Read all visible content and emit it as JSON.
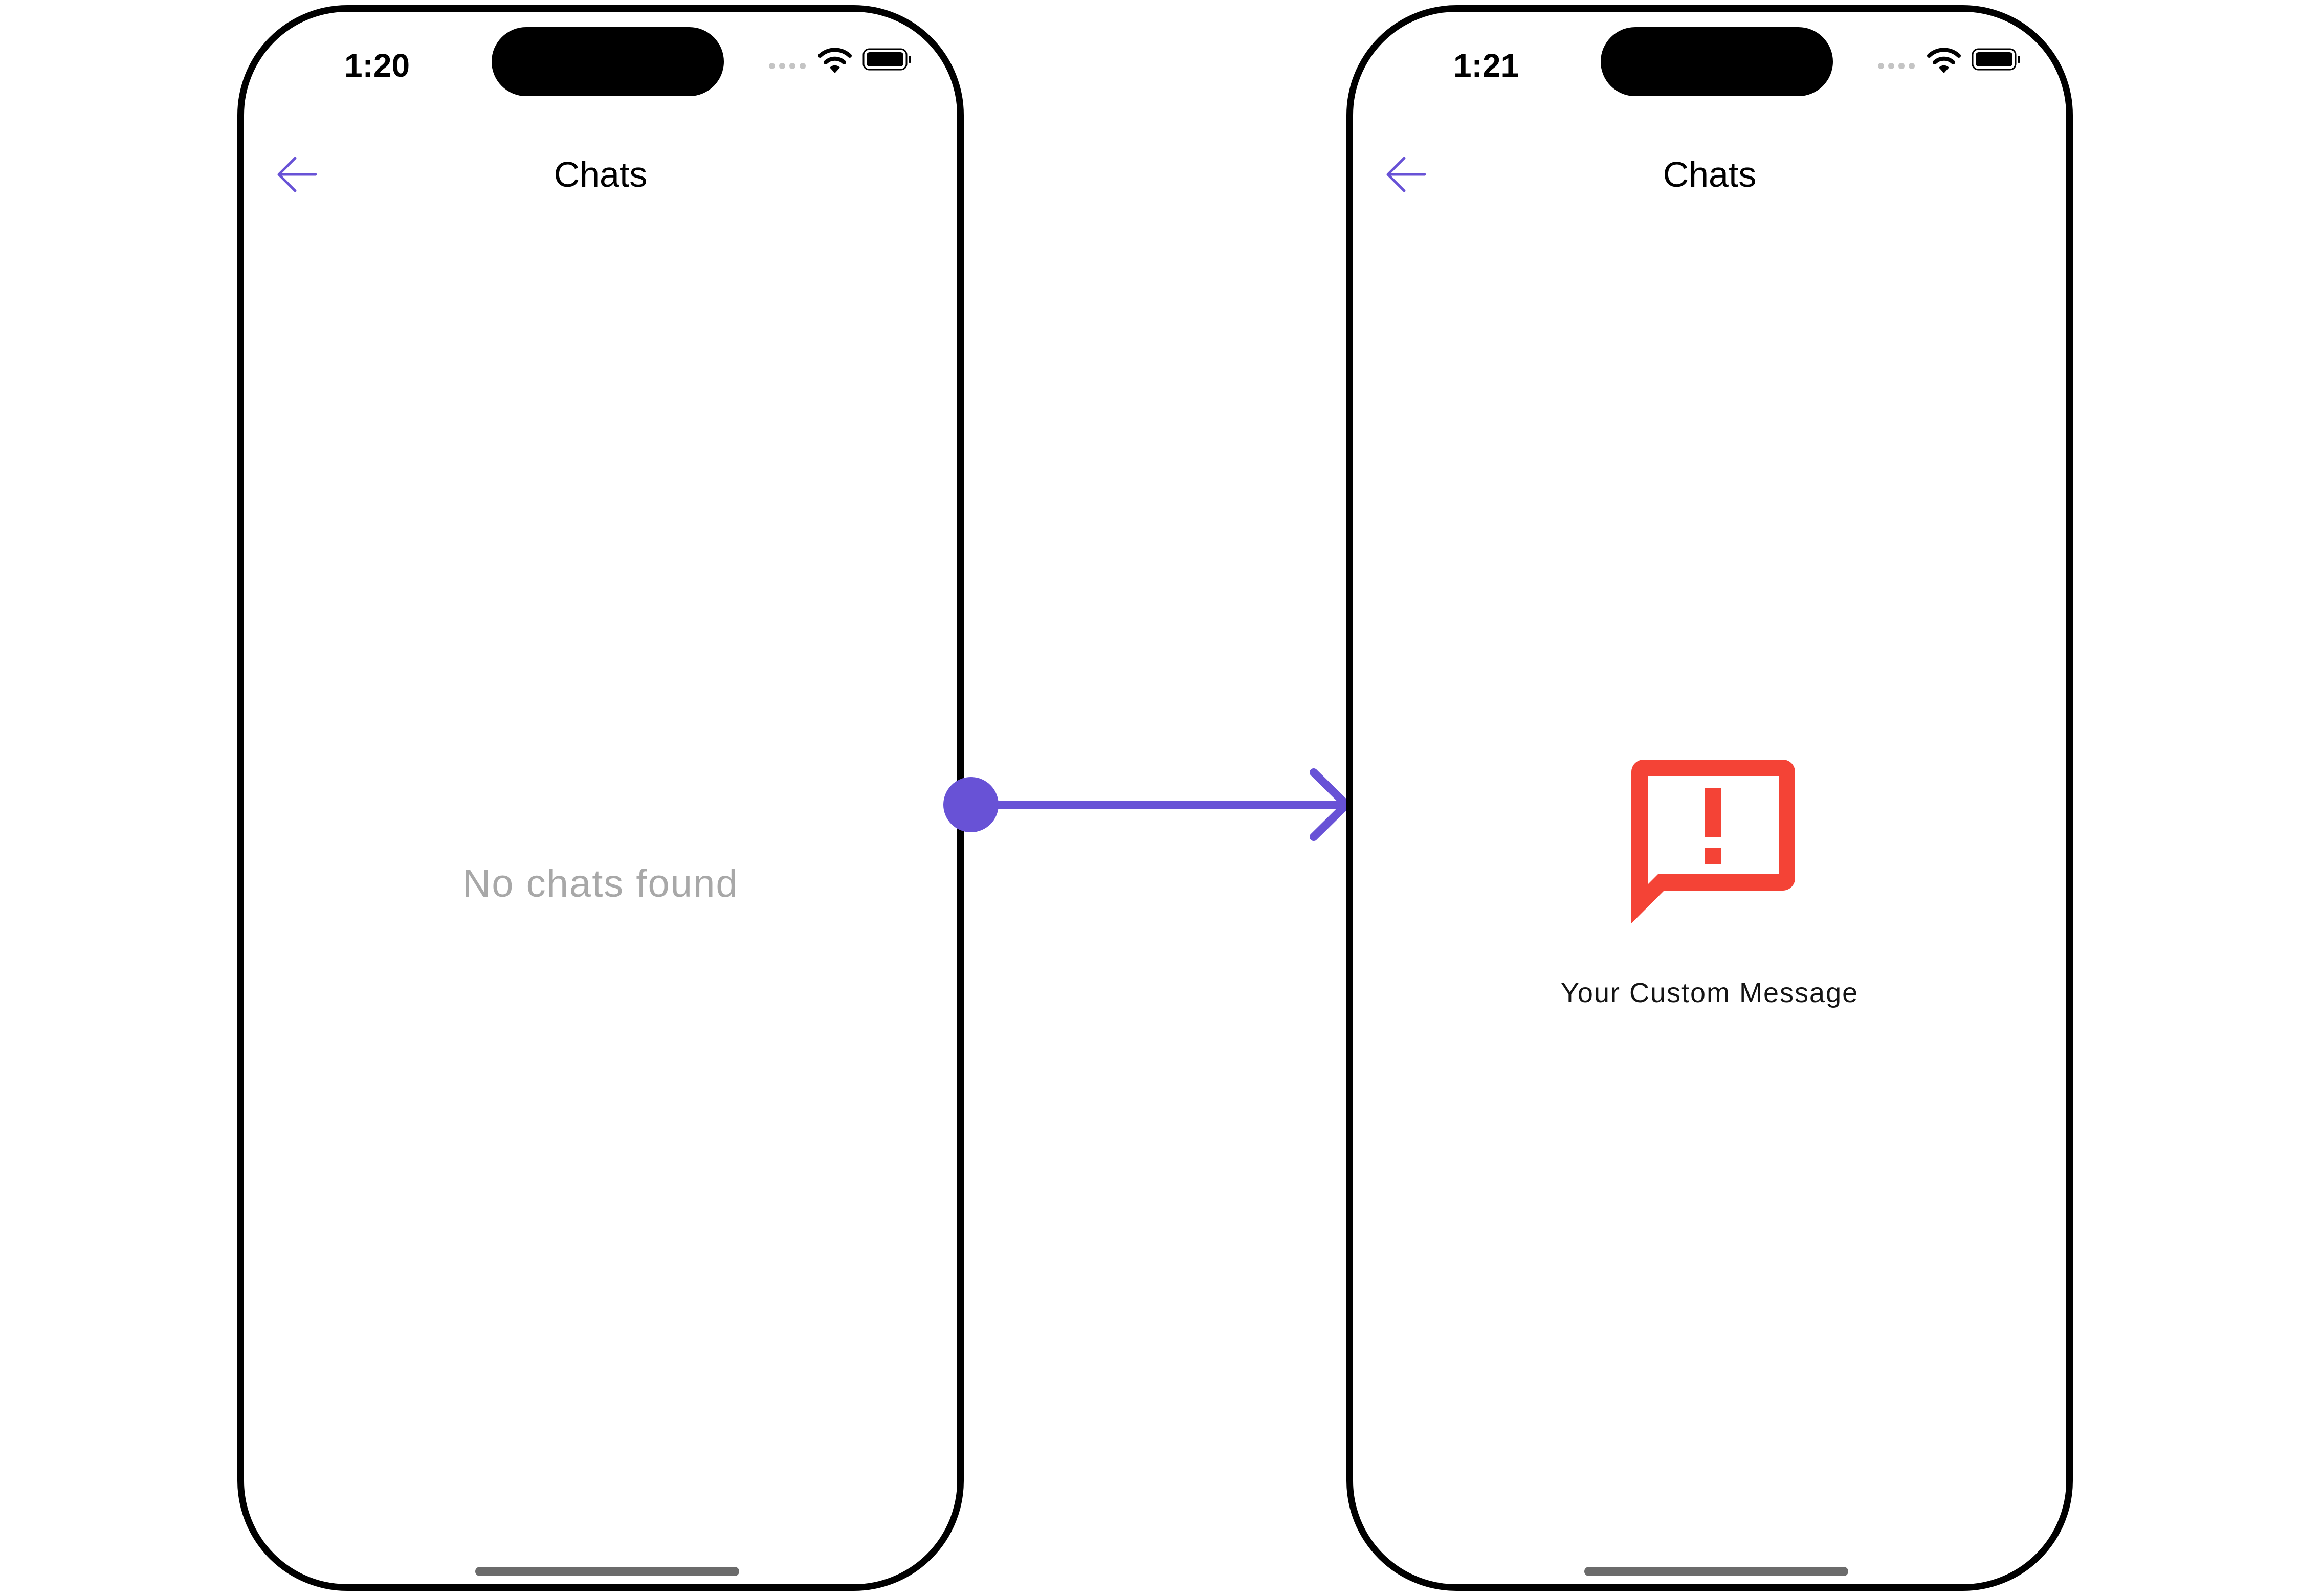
{
  "screens": [
    {
      "status_time": "1:20",
      "nav_title": "Chats",
      "body_text": "No chats found"
    },
    {
      "status_time": "1:21",
      "nav_title": "Chats",
      "body_text": "Your Custom Message"
    }
  ],
  "icons": {
    "back": "arrow-left-icon",
    "empty_state": "chat-alert-icon",
    "transition": "arrow-right-icon"
  },
  "colors": {
    "accent": "#6852D6",
    "error": "#F44336",
    "empty_text": "#A8A8A8"
  }
}
